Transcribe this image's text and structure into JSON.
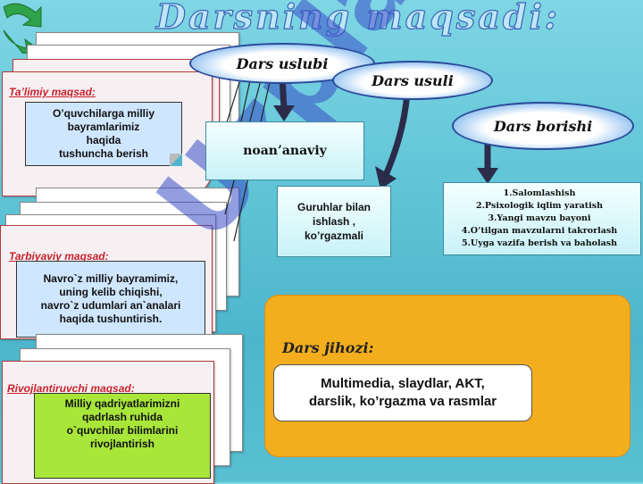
{
  "title": "Darsning  maqsadi:",
  "watermark": "Uzplag",
  "sections": {
    "talimiy": {
      "label": "Ta’limiy maqsad:",
      "note": [
        "O’quvchilarga milliy",
        "bayramlarimiz",
        "haqida",
        "tushuncha berish"
      ]
    },
    "tarbiyaviy": {
      "label": "Tarbiyaviy maqsad:",
      "note": [
        "Navro`z milliy  bayramimiz,",
        "uning  kelib  chiqishi,",
        "navro`z udumlari  an`analari",
        "haqida  tushuntirish."
      ]
    },
    "rivojlantiruvchi": {
      "label": "Rivojlantiruvchi maqsad:",
      "note": [
        "Milliy qadriyatlarimizni",
        "qadrlash ruhida",
        "o`quvchilar bilimlarini",
        "rivojlantirish"
      ]
    }
  },
  "ovals": {
    "uslubi": "Dars   uslubi",
    "usuli": "Dars    usuli",
    "borishi": "Dars borishi"
  },
  "boxes": {
    "noananaviy": "noan’anaviy",
    "guruhlar": [
      "Guruhlar bilan",
      "ishlash ,",
      "ko’rgazmali"
    ],
    "borishi_steps": [
      "1.Salomlashish",
      "2.Psixologik iqlim yaratish",
      "3.Yangi mavzu bayoni",
      "4.O‘tilgan mavzularni takrorlash",
      "5.Uyga   vazifa berish va baholash"
    ]
  },
  "jihozi": {
    "title": "Dars  jihozi:",
    "items": [
      "Multimedia, slaydlar, AKT,",
      "darslik, ko’rgazma va rasmlar"
    ]
  },
  "colors": {
    "label_red": "#c8202c",
    "note_blue": "#cfe6ff",
    "note_green": "#a8e63a",
    "panel_orange": "#f3ae1e",
    "watermark_blue": "#3a4fc8"
  }
}
